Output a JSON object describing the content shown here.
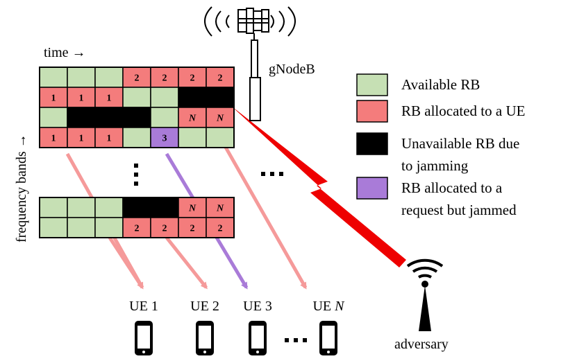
{
  "labels": {
    "time": "time →",
    "frequency": "frequency bands →",
    "gnodeb": "gNodeB",
    "adversary": "adversary",
    "upper_ellipsis": "...",
    "lower_ellipsis": "...",
    "vertical_ellipsis": "..."
  },
  "legend": [
    {
      "id": "available",
      "label_lines": [
        "Available RB"
      ],
      "color": "#c6e0b4"
    },
    {
      "id": "allocated",
      "label_lines": [
        "RB allocated to a UE"
      ],
      "color": "#f47c7c"
    },
    {
      "id": "jammed",
      "label_lines": [
        "Unavailable RB due",
        "to jamming"
      ],
      "color": "#000000"
    },
    {
      "id": "request",
      "label_lines": [
        "RB allocated to a",
        "request but jammed"
      ],
      "color": "#a97bd8"
    }
  ],
  "grid_top": [
    [
      {
        "s": "g"
      },
      {
        "s": "g"
      },
      {
        "s": "g"
      },
      {
        "s": "r",
        "t": "2"
      },
      {
        "s": "r",
        "t": "2"
      },
      {
        "s": "r",
        "t": "2"
      },
      {
        "s": "r",
        "t": "2"
      }
    ],
    [
      {
        "s": "r",
        "t": "1"
      },
      {
        "s": "r",
        "t": "1"
      },
      {
        "s": "r",
        "t": "1"
      },
      {
        "s": "g"
      },
      {
        "s": "g"
      },
      {
        "s": "k"
      },
      {
        "s": "k"
      }
    ],
    [
      {
        "s": "g"
      },
      {
        "s": "k"
      },
      {
        "s": "k"
      },
      {
        "s": "k"
      },
      {
        "s": "g"
      },
      {
        "s": "r",
        "t": "N",
        "i": true
      },
      {
        "s": "r",
        "t": "N",
        "i": true
      }
    ],
    [
      {
        "s": "r",
        "t": "1"
      },
      {
        "s": "r",
        "t": "1"
      },
      {
        "s": "r",
        "t": "1"
      },
      {
        "s": "g"
      },
      {
        "s": "p",
        "t": "3"
      },
      {
        "s": "g"
      },
      {
        "s": "g"
      }
    ]
  ],
  "grid_bottom": [
    [
      {
        "s": "g"
      },
      {
        "s": "g"
      },
      {
        "s": "g"
      },
      {
        "s": "k"
      },
      {
        "s": "k"
      },
      {
        "s": "r",
        "t": "N",
        "i": true
      },
      {
        "s": "r",
        "t": "N",
        "i": true
      }
    ],
    [
      {
        "s": "g"
      },
      {
        "s": "g"
      },
      {
        "s": "g"
      },
      {
        "s": "r",
        "t": "2"
      },
      {
        "s": "r",
        "t": "2"
      },
      {
        "s": "r",
        "t": "2"
      },
      {
        "s": "r",
        "t": "2"
      }
    ]
  ],
  "ues": [
    {
      "id": "ue1",
      "name": "UE 1",
      "label": "UE",
      "index": "1",
      "italic": false
    },
    {
      "id": "ue2",
      "name": "UE 2",
      "label": "UE",
      "index": "2",
      "italic": false
    },
    {
      "id": "ue3",
      "name": "UE 3",
      "label": "UE",
      "index": "3",
      "italic": false
    },
    {
      "id": "uen",
      "name": "UE N",
      "label": "UE",
      "index": "N",
      "italic": true
    }
  ],
  "colors": {
    "available": "#c6e0b4",
    "allocated": "#f47c7c",
    "jammed": "#000000",
    "request": "#a97bd8",
    "ue_arrow": "#f59a9a",
    "ue3_arrow": "#a97bd8",
    "lightning": "#ee0000"
  },
  "icons": {
    "tower": "cell-tower-icon",
    "adversary": "jammer-antenna-icon",
    "phone": "smartphone-icon"
  }
}
